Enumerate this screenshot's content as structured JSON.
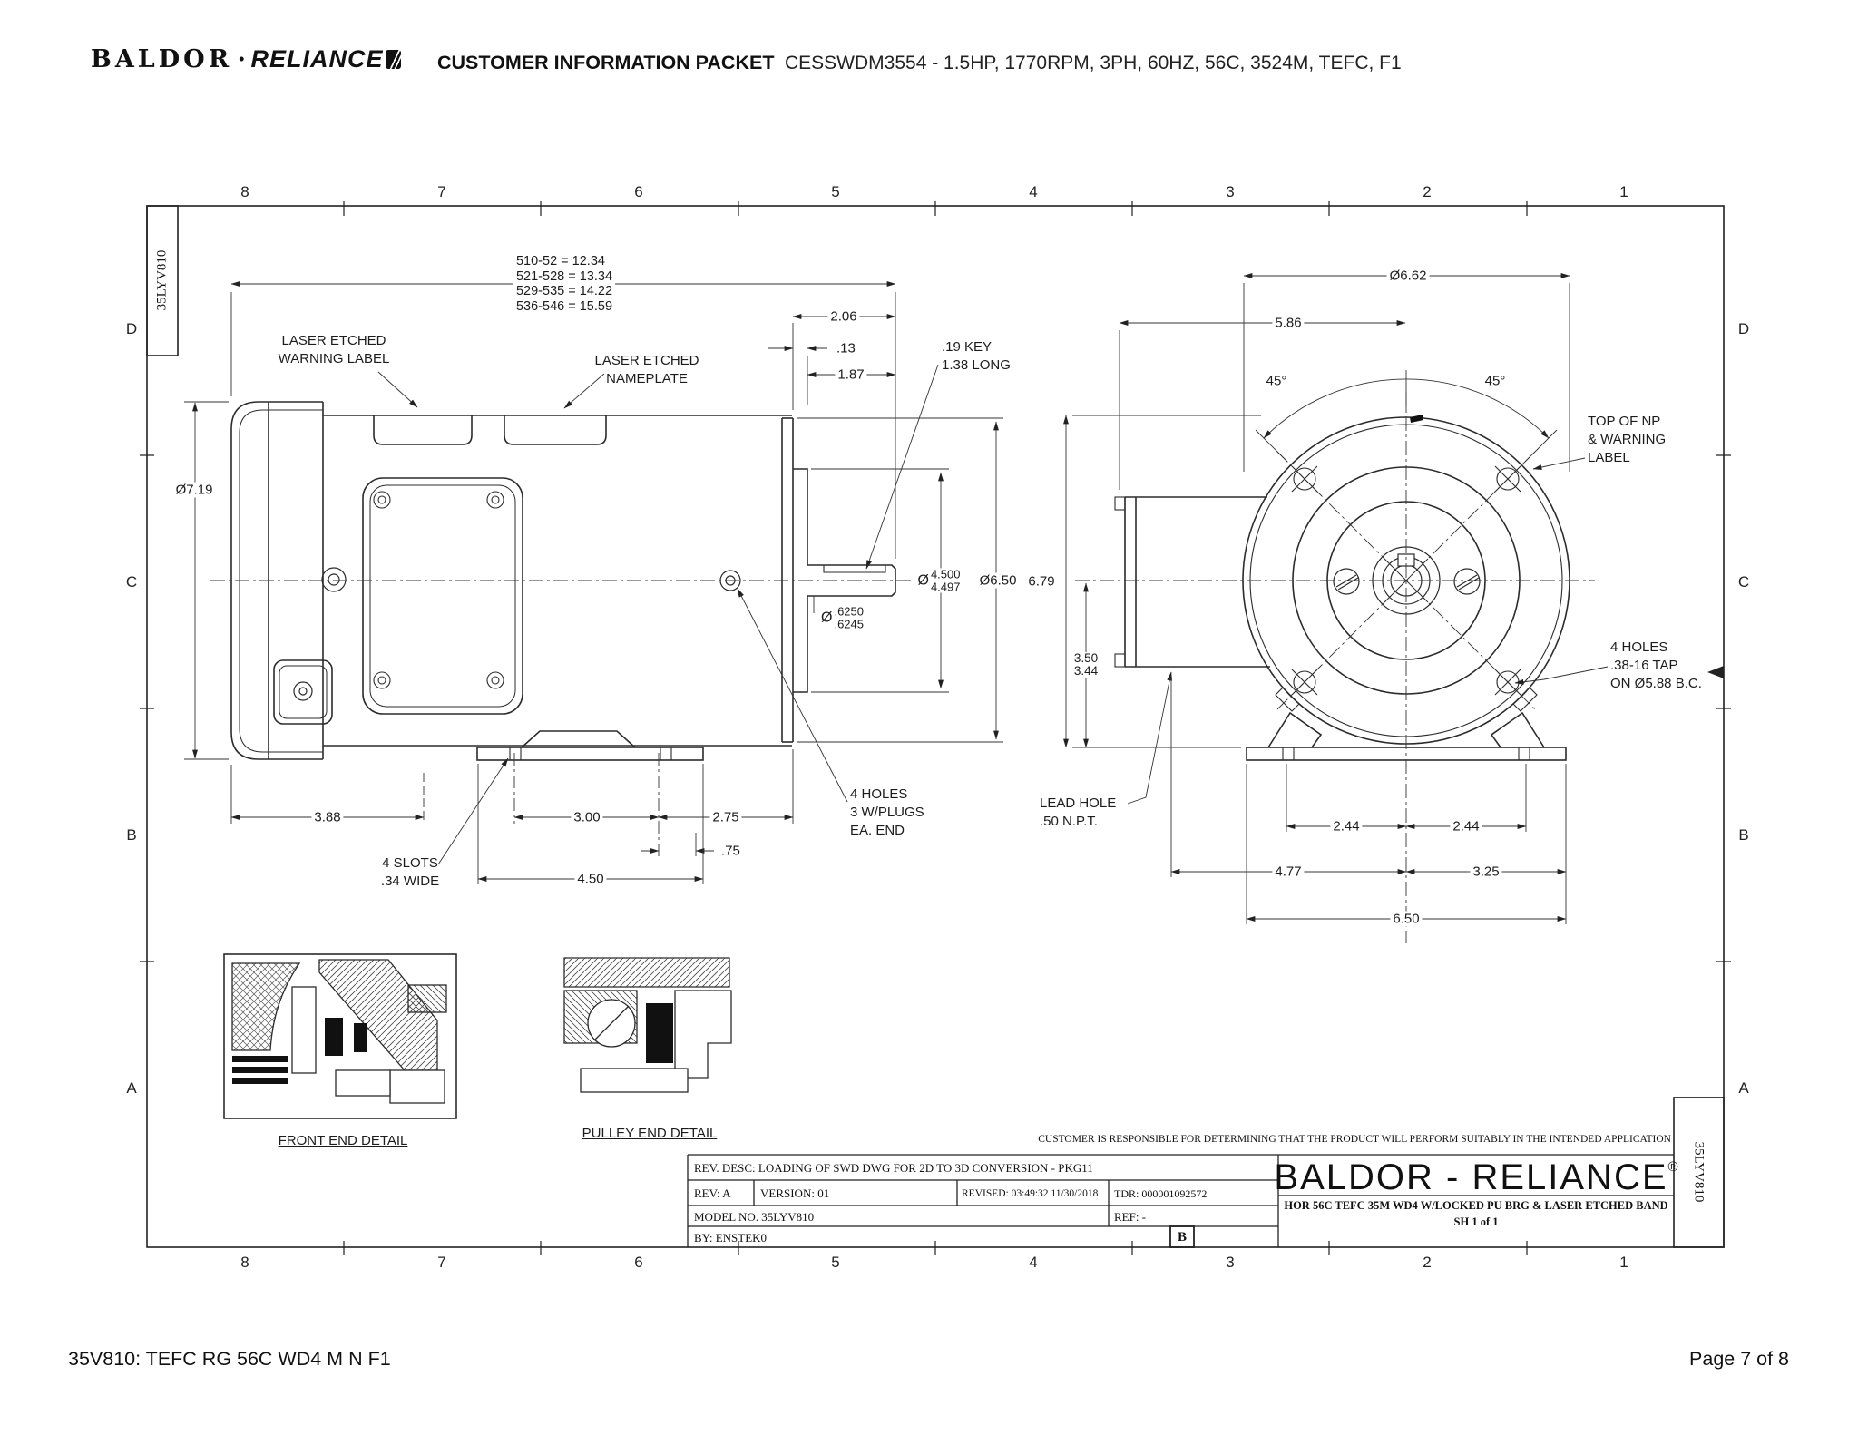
{
  "header": {
    "brand_left": "BALDOR",
    "brand_dot": "•",
    "brand_right": "RELIANCE",
    "title": "CUSTOMER INFORMATION PACKET",
    "spec": "CESSWDM3554 - 1.5HP, 1770RPM, 3PH, 60HZ, 56C, 3524M, TEFC, F1"
  },
  "frame": {
    "cols": [
      "8",
      "7",
      "6",
      "5",
      "4",
      "3",
      "2",
      "1"
    ],
    "rows": [
      "D",
      "C",
      "B",
      "A"
    ],
    "tag": "35LYV810"
  },
  "side_view": {
    "length_table": "510-52 = 12.34\n521-528 = 13.34\n529-535 = 14.22\n536-546 = 15.59",
    "warning_label": "LASER ETCHED\nWARNING LABEL",
    "nameplate_label": "LASER ETCHED\nNAMEPLATE",
    "key_label": ".19 KEY\n1.38 LONG",
    "dia_719": "Ø7.19",
    "d206": "2.06",
    "d013": ".13",
    "d187": "1.87",
    "fit_phi": "Ø",
    "fit_dia": "4.500\n4.497",
    "d650": "Ø6.50",
    "shaft_phi": "Ø",
    "shaft_dia": ".6250\n.6245",
    "d388": "3.88",
    "d300": "3.00",
    "d275": "2.75",
    "d075": ".75",
    "d450": "4.50",
    "slots_label": "4 SLOTS\n.34 WIDE",
    "holes_label": "4 HOLES\n3 W/PLUGS\nEA. END"
  },
  "end_view": {
    "dia_662": "Ø6.62",
    "d586": "5.86",
    "ang_left": "45°",
    "ang_right": "45°",
    "np_label": "TOP OF NP\n& WARNING\nLABEL",
    "d679": "6.79",
    "d350": "3.50\n3.44",
    "lead_hole_label": "LEAD HOLE\n.50 N.P.T.",
    "tap_label": "4 HOLES\n.38-16 TAP\nON Ø5.88 B.C.",
    "d244a": "2.44",
    "d244b": "2.44",
    "d477": "4.77",
    "d325": "3.25",
    "d650_base": "6.50"
  },
  "details": {
    "front_label": "FRONT END DETAIL",
    "pulley_label": "PULLEY END DETAIL"
  },
  "title_block": {
    "disclaimer": "CUSTOMER IS RESPONSIBLE FOR DETERMINING THAT THE PRODUCT WILL PERFORM SUITABLY IN THE INTENDED APPLICATION",
    "rev_desc": "REV. DESC: LOADING OF SWD DWG FOR 2D TO 3D CONVERSION - PKG11",
    "rev": "REV:  A",
    "version": "VERSION:  01",
    "revised": "REVISED:  03:49:32 11/30/2018",
    "tdr": "TDR:  000001092572",
    "model_no": "MODEL NO.   35LYV810",
    "ref": "REF:  -",
    "by": "BY: ENSTEK0",
    "rev_letter": "B",
    "brand": "BALDOR - RELIANCE",
    "brand_reg": "®",
    "desc": "HOR 56C TEFC 35M WD4 W/LOCKED PU BRG & LASER ETCHED BAND",
    "sheet": "SH 1 of 1"
  },
  "footer": {
    "model_line": "35V810: TEFC RG 56C WD4 M N F1",
    "page": "Page 7 of 8"
  }
}
